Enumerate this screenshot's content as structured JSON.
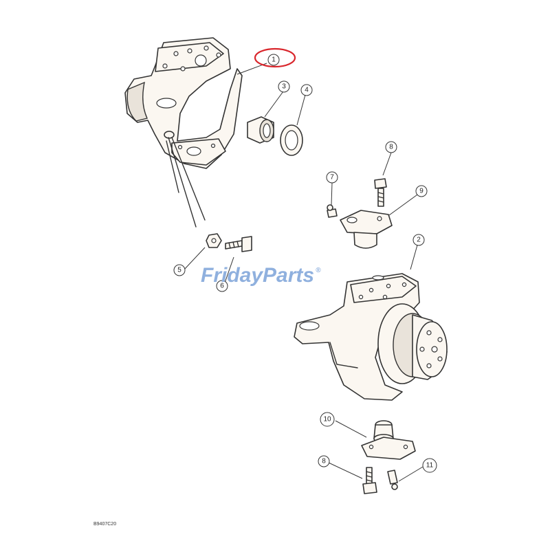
{
  "callouts": [
    {
      "id": "c1",
      "label": "1"
    },
    {
      "id": "c2",
      "label": "2"
    },
    {
      "id": "c3",
      "label": "3"
    },
    {
      "id": "c4",
      "label": "4"
    },
    {
      "id": "c5",
      "label": "5"
    },
    {
      "id": "c6",
      "label": "6"
    },
    {
      "id": "c7",
      "label": "7"
    },
    {
      "id": "c8a",
      "label": "8"
    },
    {
      "id": "c9",
      "label": "9"
    },
    {
      "id": "c10",
      "label": "10"
    },
    {
      "id": "c8b",
      "label": "8"
    },
    {
      "id": "c11",
      "label": "11"
    }
  ],
  "highlight": {
    "callout": "1",
    "color": "#d9262c"
  },
  "watermark": {
    "text": "FridayParts",
    "registered": "®",
    "colors": [
      "#8fb0de",
      "#6f93cd"
    ]
  },
  "diagram_code": "B9407C20"
}
